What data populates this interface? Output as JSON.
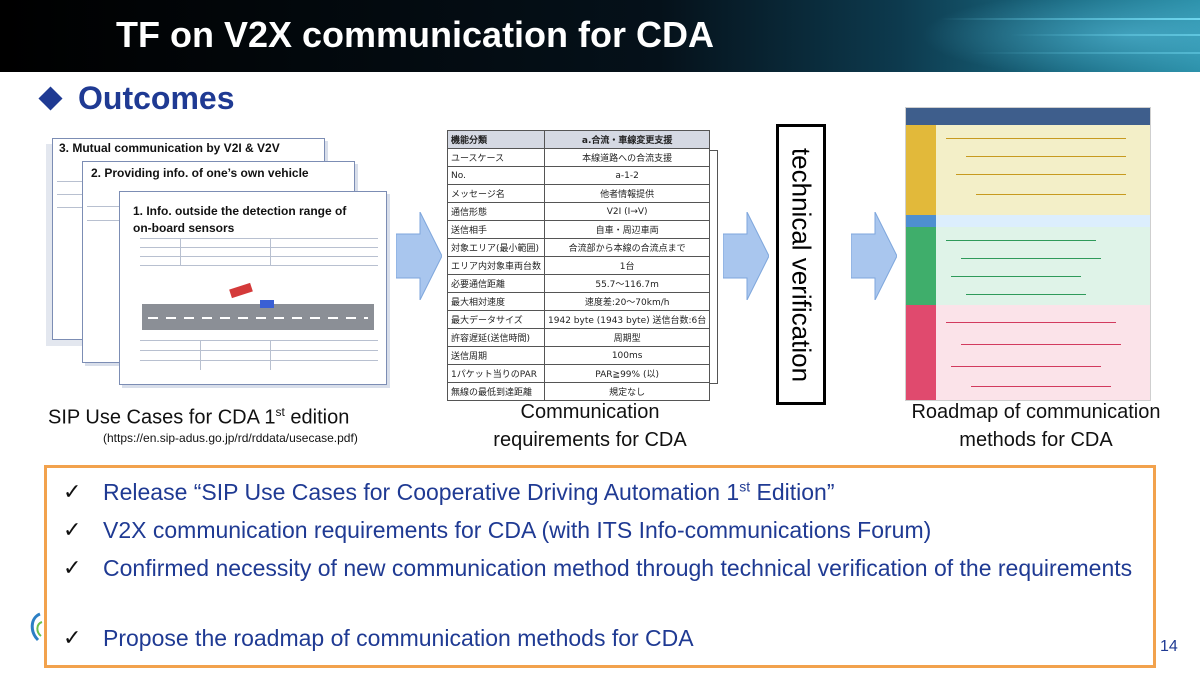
{
  "slide": {
    "title": "TF on V2X communication for CDA",
    "section_heading": "Outcomes",
    "page_number": "14"
  },
  "use_cases_figure": {
    "doc3_title": "3. Mutual communication by V2I & V2V",
    "doc2_title": "2. Providing info. of one’s own vehicle",
    "doc1_title_line1": "1. Info. outside the detection range of",
    "doc1_title_line2": "on-board sensors",
    "caption_pre": "SIP Use Cases for CDA 1",
    "caption_sup": "st",
    "caption_post": " edition",
    "url": "(https://en.sip-adus.go.jp/rd/rddata/usecase.pdf)"
  },
  "requirements_figure": {
    "rows": [
      [
        "機能分類",
        "a.合流・車線変更支援"
      ],
      [
        "ユースケース",
        "本線道路への合流支援"
      ],
      [
        "No.",
        "a-1-2"
      ],
      [
        "メッセージ名",
        "他者情報提供"
      ],
      [
        "通信形態",
        "V2I (I→V)"
      ],
      [
        "送信相手",
        "自車・周辺車両"
      ],
      [
        "対象エリア(最小範囲)",
        "合流部から本線の合流点まで"
      ],
      [
        "エリア内対象車両台数",
        "1台"
      ],
      [
        "必要通信距離",
        "55.7〜116.7m"
      ],
      [
        "最大相対速度",
        "速度差:20〜70km/h"
      ],
      [
        "最大データサイズ",
        "1942 byte (1943 byte) 送信台数:6台"
      ],
      [
        "許容遅延(送信時間)",
        "周期型"
      ],
      [
        "送信周期",
        "100ms"
      ],
      [
        "1パケット当りのPAR",
        "PAR≧99% (以)"
      ],
      [
        "無線の最低到達距離",
        "規定なし"
      ]
    ],
    "caption_line1": "Communication",
    "caption_line2": "requirements for CDA"
  },
  "verification_box": {
    "label": "technical verification"
  },
  "roadmap_figure": {
    "caption_line1": "Roadmap of communication",
    "caption_line2": "methods for CDA",
    "band_colors": [
      "#f3efc8",
      "#dceefd",
      "#dff3e8",
      "#fbe3e9"
    ]
  },
  "outcomes_list": [
    {
      "pre": "Release “SIP Use Cases for Cooperative Driving Automation 1",
      "sup": "st",
      "post": " Edition”"
    },
    {
      "pre": "V2X communication requirements for CDA (with ITS Info-communications Forum)",
      "sup": "",
      "post": ""
    },
    {
      "pre": "Confirmed necessity of new communication method through technical verification of the requirements",
      "sup": "",
      "post": ""
    },
    {
      "pre": "Propose the roadmap of communication methods for CDA",
      "sup": "",
      "post": ""
    }
  ],
  "colors": {
    "heading_blue": "#1f3a93",
    "box_border_orange": "#f2a24d",
    "arrow_blue": "#a9c6ee"
  },
  "icons": {
    "bullet": "check-icon",
    "heading_marker": "diamond-icon"
  }
}
